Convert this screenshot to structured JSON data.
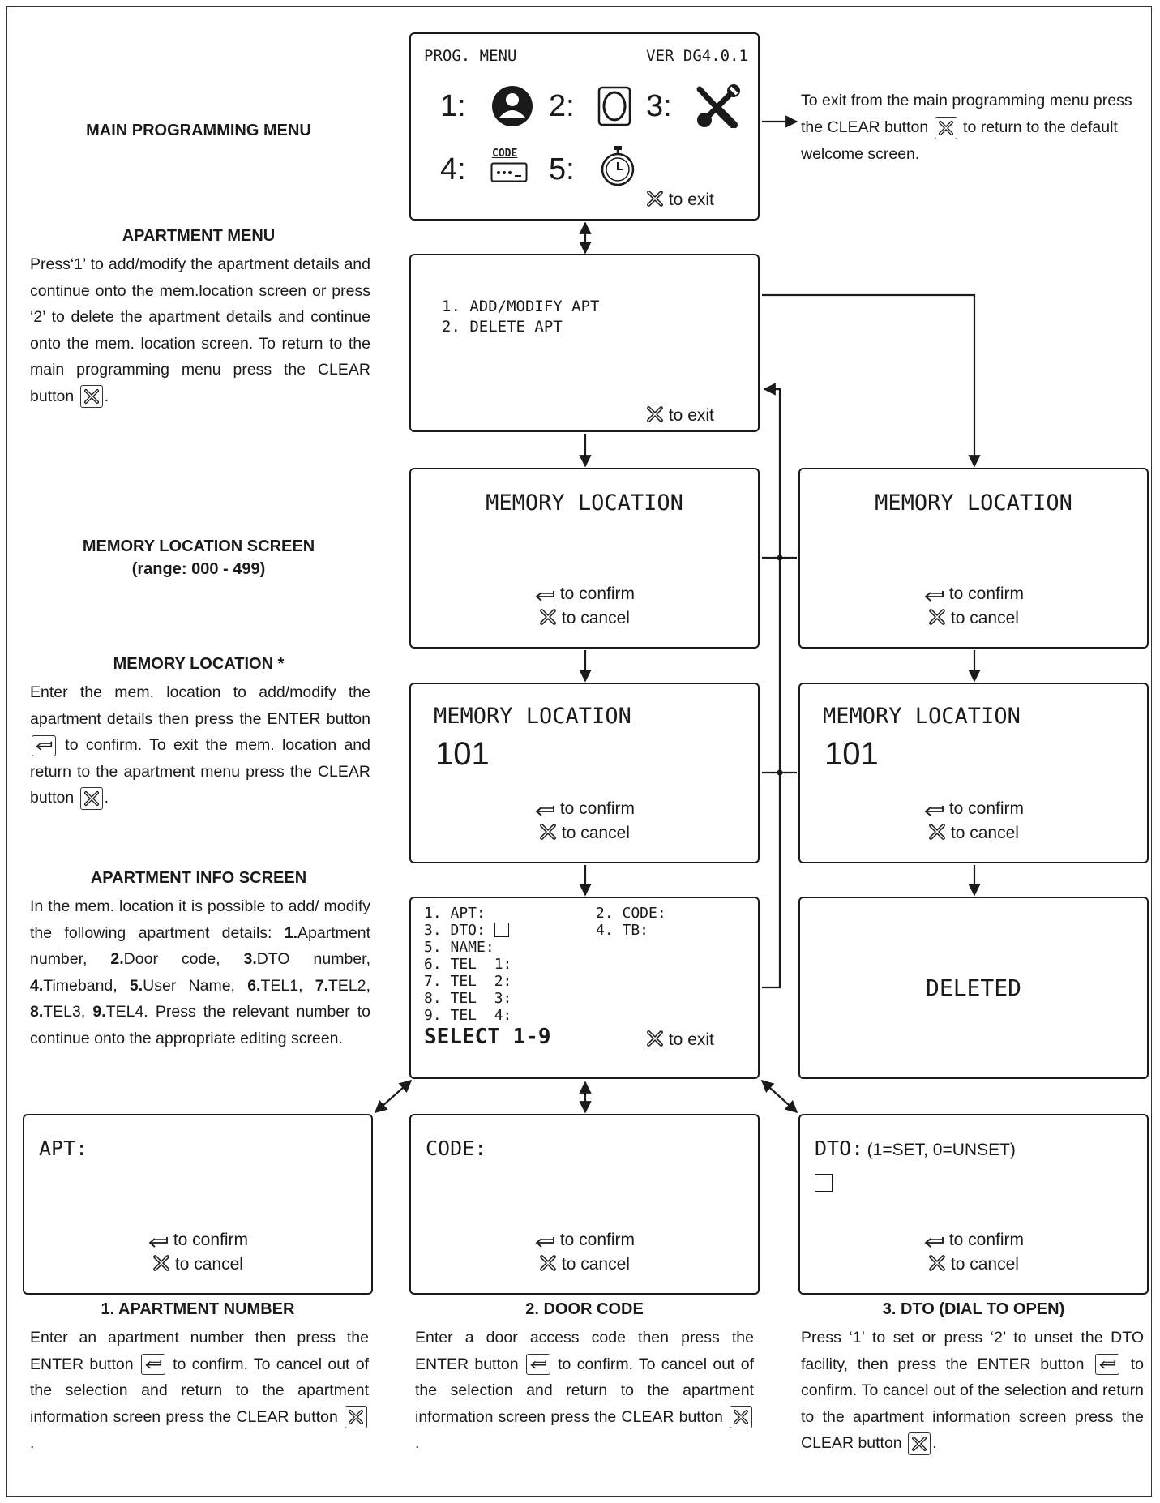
{
  "prog_menu": {
    "title": "PROG. MENU",
    "version": "VER DG4.0.1",
    "item1": "1:",
    "item2": "2:",
    "item3": "3:",
    "item4": "4:",
    "item5": "5:",
    "code_icon_text": "CODE",
    "exit": "to exit",
    "icons": [
      "user-icon",
      "door-panel-icon",
      "wrench-screwdriver-icon",
      "code-keypad-icon",
      "stopwatch-icon"
    ]
  },
  "exit_note": "To exit from the main programming menu press the CLEAR button",
  "exit_note_end": "to return to the default welcome screen.",
  "headings": {
    "main": "MAIN PROGRAMMING MENU",
    "apartment_menu": "APARTMENT MENU",
    "mem_screen": "MEMORY LOCATION SCREEN",
    "mem_range": "(range: 000 - 499)",
    "mem_location": "MEMORY LOCATION *",
    "apt_info": "APARTMENT INFO SCREEN",
    "apt_number": "1. APARTMENT NUMBER",
    "door_code": "2. DOOR CODE",
    "dto": "3. DTO (DIAL TO OPEN)"
  },
  "apartment_menu_desc": "Press‘1’ to add/modify the apartment details and continue onto the mem.location screen or press ‘2’ to delete the apartment details and continue onto the mem. location screen. To return to the main programming menu press the CLEAR button",
  "mem_location_desc_1": "Enter the mem. location to add/modify the apartment details then press the ENTER button",
  "mem_location_desc_2": "to confirm. To exit the mem. location and return to the apartment menu press the CLEAR button",
  "apt_info_desc": {
    "intro": "In the mem. location it is possible to add/ modify the following apartment details:",
    "n1": "1.",
    "t1": "Apartment number,",
    "n2": "2.",
    "t2": "Door code,",
    "n3": "3.",
    "t3": "DTO number,",
    "n4": "4.",
    "t4": "Timeband,",
    "n5": "5.",
    "t5": "User Name,",
    "n6": "6.",
    "t6": "TEL1,",
    "n7": "7.",
    "t7": "TEL2,",
    "n8": "8.",
    "t8": "TEL3,",
    "n9": "9.",
    "t9": "TEL4.",
    "outro": "Press the relevant number to continue onto the appropriate editing screen."
  },
  "apt_menu_screen": {
    "opt1": "1. ADD/MODIFY APT",
    "opt2": "2. DELETE APT",
    "exit": "to exit"
  },
  "mem_screen": {
    "title": "MEMORY LOCATION",
    "value": "101",
    "confirm": "to confirm",
    "cancel": "to cancel"
  },
  "deleted": "DELETED",
  "info_screen": {
    "apt": "1. APT:",
    "code": "2. CODE:",
    "dto": "3. DTO:",
    "tb": "4. TB:",
    "name": "5. NAME:",
    "tel1": "6. TEL  1:",
    "tel2": "7. TEL  2:",
    "tel3": "8. TEL  3:",
    "tel4": "9. TEL  4:",
    "select": "SELECT 1-9",
    "exit": "to exit"
  },
  "edit_screens": {
    "apt": "APT:",
    "code": "CODE:",
    "dto": "DTO:",
    "dto_hint": "(1=SET, 0=UNSET)"
  },
  "apt_number_desc_1": "Enter an apartment number then press the ENTER button",
  "apt_number_desc_2": "to confirm. To cancel out of the selection and return to the apartment information screen press the CLEAR button",
  "door_code_desc_1": "Enter a door access code then press the ENTER button",
  "door_code_desc_2": "to confirm. To cancel out of the selection and return to the apartment information screen press the CLEAR button",
  "dto_desc_1": "Press ‘1’ to set or press ‘2’ to unset the DTO facility, then press the ENTER button",
  "dto_desc_2": "to confirm. To cancel out of the selection and return to the apartment information screen press the CLEAR button",
  "end_dot": "."
}
